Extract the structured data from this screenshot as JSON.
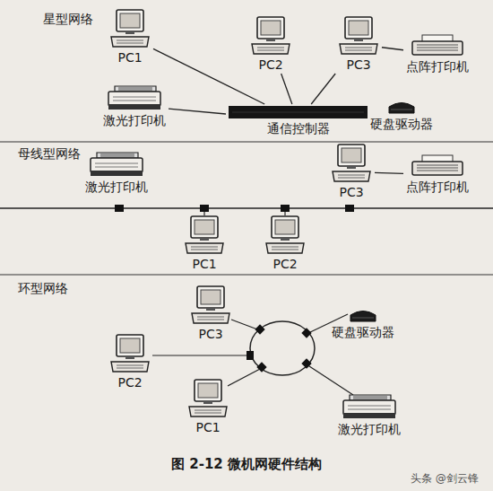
{
  "diagram": {
    "caption": "图 2-12 微机网硬件结构",
    "nodes": [
      {
        "text": [
          "PC1"
        ]
      },
      {
        "text": [
          "PC2"
        ]
      },
      {
        "text": [
          "PC3"
        ]
      },
      {
        "text": [
          "点阵打印机"
        ]
      },
      {
        "text": [
          "激光打印机"
        ]
      },
      {
        "text": [
          "通信控制器"
        ]
      },
      {
        "text": [
          "硬盘驱动器"
        ]
      },
      {
        "text": [
          "激光打印机"
        ]
      },
      {
        "text": [
          "PC3"
        ]
      },
      {
        "text": [
          "点阵打印机"
        ]
      },
      {
        "text": [
          "PC1"
        ]
      },
      {
        "text": [
          "PC2"
        ]
      },
      {
        "text": [
          "PC3"
        ]
      },
      {
        "text": [
          "硬盘驱动器"
        ]
      },
      {
        "text": [
          "PC2"
        ]
      },
      {
        "text": [
          "PC1"
        ]
      },
      {
        "text": [
          "激光打印机"
        ]
      }
    ],
    "edges": [
      {
        "from": 0,
        "to": 5,
        "arrow": "none"
      },
      {
        "from": 1,
        "to": 5,
        "arrow": "none"
      },
      {
        "from": 2,
        "to": 5,
        "arrow": "none"
      },
      {
        "from": 4,
        "to": 5,
        "arrow": "none"
      },
      {
        "from": 2,
        "to": 3,
        "arrow": "none"
      },
      {
        "from": 8,
        "to": 9,
        "arrow": "none"
      }
    ],
    "labels": [
      "星型网络",
      "母线型网络",
      "环型网络",
      "头条 @剑云锋"
    ]
  }
}
